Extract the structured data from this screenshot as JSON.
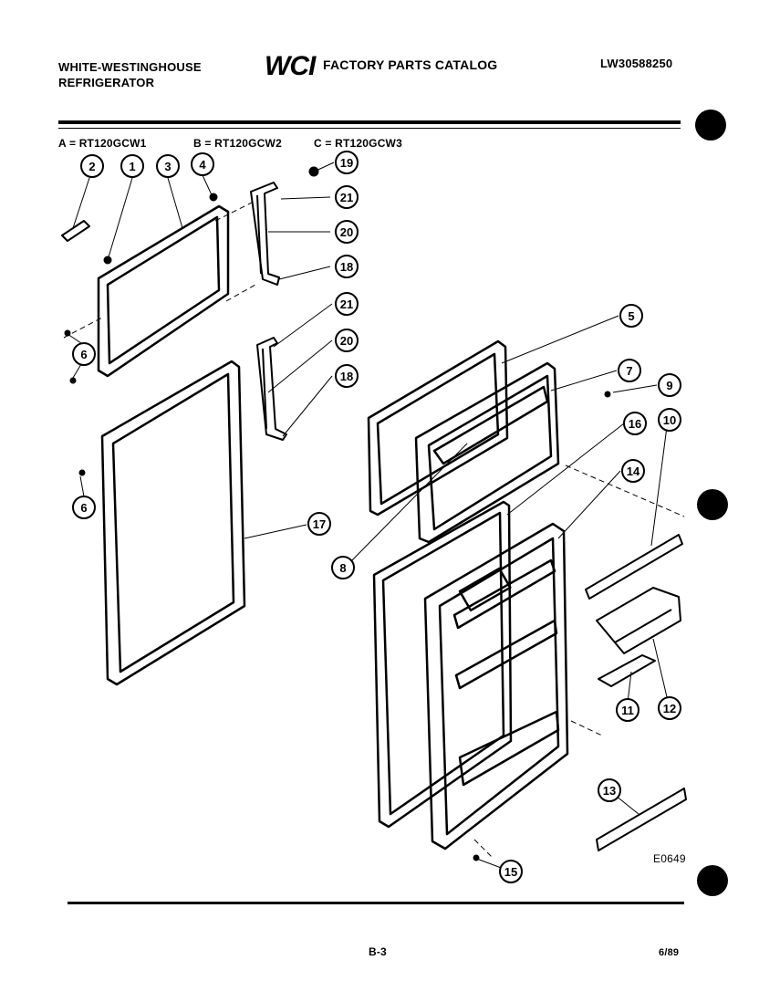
{
  "header": {
    "brand_line1": "WHITE-WESTINGHOUSE",
    "brand_line2": "REFRIGERATOR",
    "logo_text": "WCI",
    "catalog_title": "FACTORY PARTS CATALOG",
    "catalog_number": "LW30588250"
  },
  "models": [
    "A = RT120GCW1",
    "B = RT120GCW2",
    "C = RT120GCW3"
  ],
  "callouts": [
    "1",
    "2",
    "3",
    "4",
    "5",
    "6",
    "7",
    "8",
    "9",
    "10",
    "11",
    "12",
    "13",
    "14",
    "15",
    "16",
    "17",
    "18",
    "19",
    "20",
    "21"
  ],
  "footer": {
    "drawing_code": "E0649",
    "page": "B-3",
    "date": "6/89"
  },
  "colors": {
    "ink": "#000000",
    "paper": "#ffffff"
  }
}
